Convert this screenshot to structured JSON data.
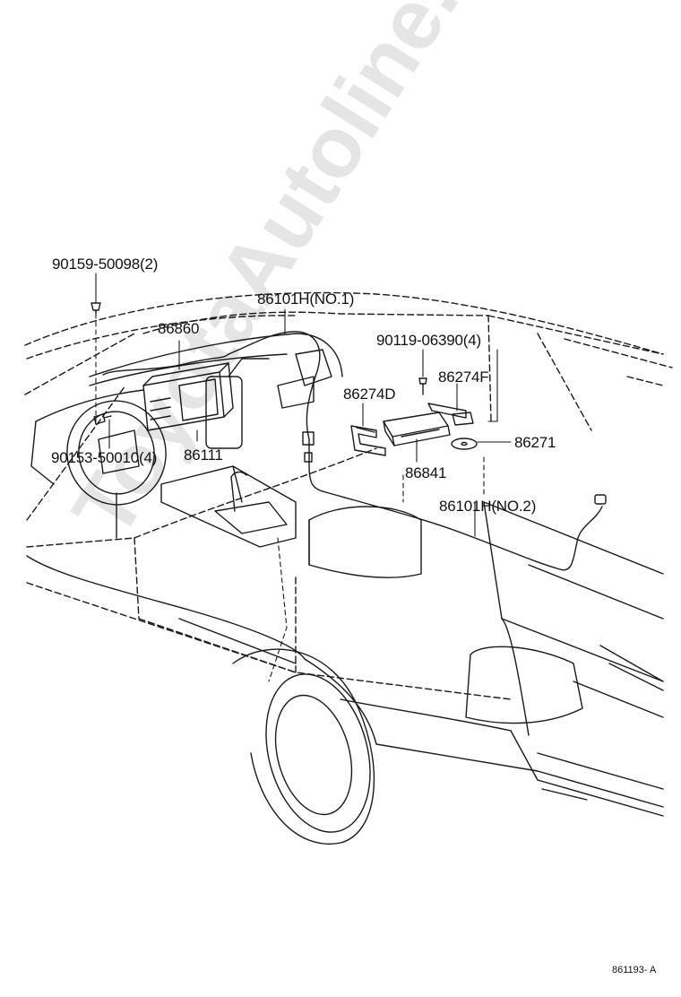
{
  "watermark": "ToyotaAutoline.ru",
  "reference_code": "861193- A",
  "parts": {
    "screw_top": "90159-50098(2)",
    "display": "86860",
    "harness_no1": "86101H(NO.1)",
    "screw_right": "90119-06390(4)",
    "bracket_f": "86274F",
    "bracket_d": "86274D",
    "disc": "86271",
    "control_unit": "86111",
    "screw_left": "90153-50010(4)",
    "nav_computer": "86841",
    "harness_no2": "86101H(NO.2)"
  }
}
